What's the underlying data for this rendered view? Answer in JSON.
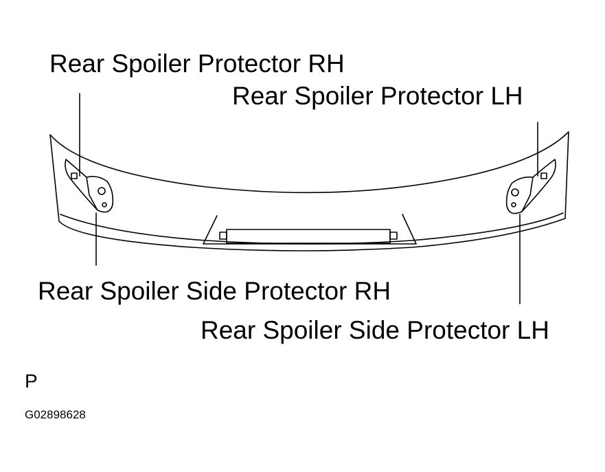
{
  "labels": {
    "protector_rh": "Rear Spoiler Protector RH",
    "protector_lh": "Rear Spoiler Protector LH",
    "side_protector_rh": "Rear Spoiler Side Protector RH",
    "side_protector_lh": "Rear Spoiler Side Protector LH"
  },
  "footer": {
    "marker": "P",
    "code": "G02898628"
  },
  "colors": {
    "ink": "#000000",
    "paper": "#ffffff"
  }
}
